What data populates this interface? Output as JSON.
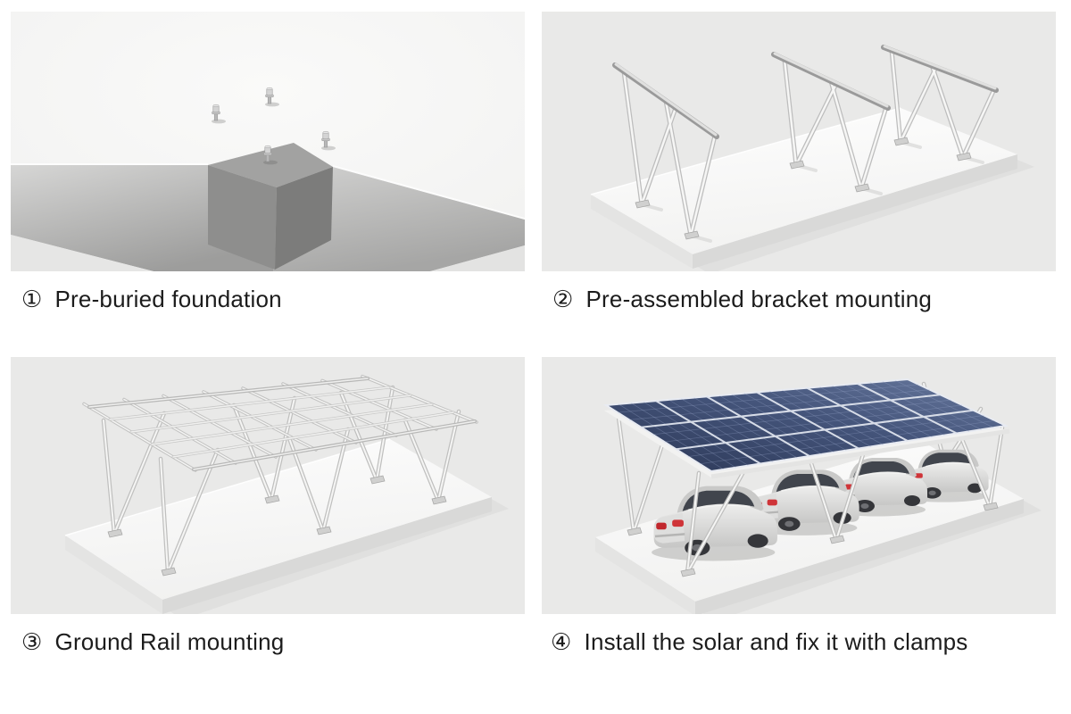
{
  "panels": [
    {
      "number": "①",
      "label": "Pre-buried foundation",
      "figure": "pre-buried-foundation-render"
    },
    {
      "number": "②",
      "label": "Pre-assembled bracket mounting",
      "figure": "pre-assembled-bracket-render"
    },
    {
      "number": "③",
      "label": "Ground Rail mounting",
      "figure": "ground-rail-mounting-render"
    },
    {
      "number": "④",
      "label": "Install the solar and fix it with clamps",
      "figure": "solar-carport-complete-render"
    }
  ],
  "colors": {
    "page_background": "#ffffff",
    "panel_background": "#e9e9e8",
    "panel1_background": "#f5f5f4",
    "concrete_cube_gray": "#8e8e8e",
    "solar_panel_blue": "#3c4c74",
    "taillight_red": "#c1272d",
    "caption_text": "#1c1c1c"
  }
}
